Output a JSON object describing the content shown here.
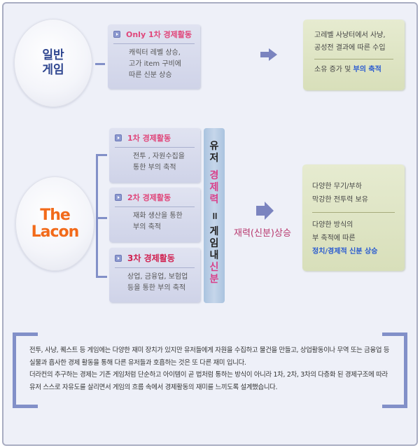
{
  "general": {
    "circle_label": "일반\n게임",
    "box": {
      "title": "Only 1차 경제활동",
      "body": "캐릭터 레벨 상승,\n고가 item 구비에\n따른 신분 상승"
    },
    "result": {
      "line1": "고레벨 사냥터에서 사냥,",
      "line2": "공성전 결과에 따른 수입",
      "line3_prefix": "소유 증가 및",
      "line3_highlight": "부의 축적"
    }
  },
  "lacon": {
    "circle_label_1": "The",
    "circle_label_2": "Lacon",
    "boxes": [
      {
        "title": "1차 경제활동",
        "body": "전투 , 자원수집을\n통한 부의 축적"
      },
      {
        "title": "2차 경제활동",
        "body": "재화 생산을 통한\n부의 축적"
      },
      {
        "title": "3차 경제활동",
        "body": "상업, 금융업, 보험업\n등을 통한 부의 축적"
      }
    ],
    "vertical": {
      "part1": "유저",
      "part2": "경제력",
      "part3": "=",
      "part4": "게임내",
      "part5": "신분"
    },
    "arrow_label": "재력(신분)상승",
    "result": {
      "line1": "다양한 무기/부하",
      "line2": "막강한 전투력 보유",
      "line3": "다양한 방식의",
      "line4": "부 축적에 따른",
      "line5": "정치/경제적 신분 상승"
    }
  },
  "description": {
    "p1": "전투, 사냥, 퀘스트 등 게임에는 다양한 재미 장치가 있지만 유저들에게 자원을 수집하고 물건을 만들고, 상업활동이나 무역 또는 금융업 등 실물과 흡사한 경제 활동을 통해 다른 유저들과 호흡하는 것은 또 다른 재미 입니다.",
    "p2": "더라컨의 추구하는 경제는 기존 게임처럼 단순하고 아이템이 곧 법처럼 통하는 방식이 아니라 1차, 2차, 3차의 다층화 된 경제구조에 따라 유저 스스로 자유도를 살리면서 게임의 흐름 속에서 경제활동의 재미를 느끼도록 설계했습니다."
  },
  "colors": {
    "accent_pink": "#e0467a",
    "accent_blue": "#2a5bd0",
    "lacon_orange": "#f26a1a"
  }
}
